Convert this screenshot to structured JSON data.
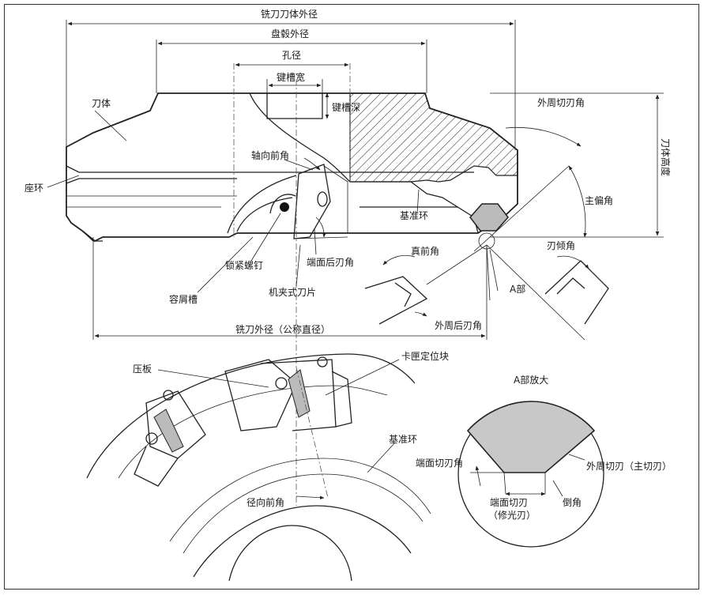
{
  "labels": {
    "cutter_body_outer_diameter": "铣刀刀体外径",
    "hub_outer_diameter": "盘毂外径",
    "bore_diameter": "孔径",
    "keyway_width": "键槽宽",
    "keyway_depth": "键槽深",
    "cutter_body": "刀体",
    "peripheral_cutting_edge_angle": "外周切刃角",
    "body_height": "刀体高度",
    "axial_rake_angle": "轴向前角",
    "seat_ring": "座环",
    "reference_ring_top": "基准环",
    "main_lead_angle": "主偏角",
    "inclination_angle": "刃倾角",
    "clamp_screw": "锁紧螺钉",
    "face_clearance_angle": "端面后刃角",
    "true_rake_angle": "真前角",
    "chip_pocket": "容屑槽",
    "clamped_insert": "机夹式刀片",
    "part_a": "A部",
    "peripheral_clearance_angle": "外周后刃角",
    "cutter_outer_diameter": "铣刀外径（公称直径）",
    "clamp_plate": "压板",
    "cartridge_locator": "卡匣定位块",
    "part_a_enlarged": "A部放大",
    "reference_ring_bottom": "基准环",
    "face_cutting_edge_angle": "端面切刃角",
    "peripheral_cutting_edge_main": "外周切刃（主切刃）",
    "radial_rake_angle": "径向前角",
    "face_cutting_edge_wiper_1": "端面切刃",
    "face_cutting_edge_wiper_2": "（修光刃）",
    "chamfer": "倒角"
  }
}
